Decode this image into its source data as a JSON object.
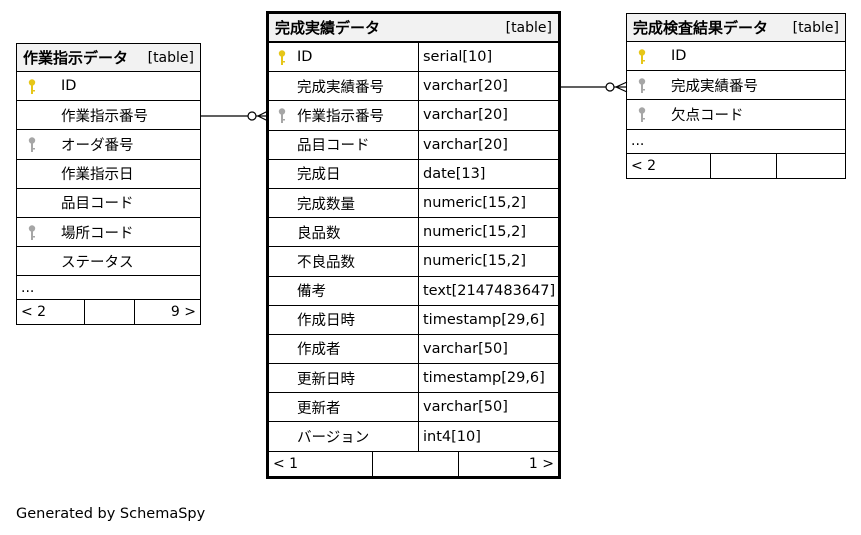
{
  "left_table": {
    "name": "作業指示データ",
    "kind": "[table]",
    "rows": [
      {
        "name": "ID",
        "key": "primary"
      },
      {
        "name": "作業指示番号",
        "key": "none"
      },
      {
        "name": "オーダ番号",
        "key": "foreign"
      },
      {
        "name": "作業指示日",
        "key": "none"
      },
      {
        "name": "品目コード",
        "key": "none"
      },
      {
        "name": "場所コード",
        "key": "foreign"
      },
      {
        "name": "ステータス",
        "key": "none"
      }
    ],
    "more": "...",
    "footer": {
      "left": "< 2",
      "right": "9 >"
    }
  },
  "main_table": {
    "name": "完成実績データ",
    "kind": "[table]",
    "rows": [
      {
        "name": "ID",
        "type": "serial[10]",
        "key": "primary"
      },
      {
        "name": "完成実績番号",
        "type": "varchar[20]",
        "key": "none"
      },
      {
        "name": "作業指示番号",
        "type": "varchar[20]",
        "key": "foreign"
      },
      {
        "name": "品目コード",
        "type": "varchar[20]",
        "key": "none"
      },
      {
        "name": "完成日",
        "type": "date[13]",
        "key": "none"
      },
      {
        "name": "完成数量",
        "type": "numeric[15,2]",
        "key": "none"
      },
      {
        "name": "良品数",
        "type": "numeric[15,2]",
        "key": "none"
      },
      {
        "name": "不良品数",
        "type": "numeric[15,2]",
        "key": "none"
      },
      {
        "name": "備考",
        "type": "text[2147483647]",
        "key": "none"
      },
      {
        "name": "作成日時",
        "type": "timestamp[29,6]",
        "key": "none"
      },
      {
        "name": "作成者",
        "type": "varchar[50]",
        "key": "none"
      },
      {
        "name": "更新日時",
        "type": "timestamp[29,6]",
        "key": "none"
      },
      {
        "name": "更新者",
        "type": "varchar[50]",
        "key": "none"
      },
      {
        "name": "バージョン",
        "type": "int4[10]",
        "key": "none"
      }
    ],
    "footer": {
      "left": "< 1",
      "right": "1 >"
    }
  },
  "right_table": {
    "name": "完成検査結果データ",
    "kind": "[table]",
    "rows": [
      {
        "name": "ID",
        "key": "primary"
      },
      {
        "name": "完成実績番号",
        "key": "foreign"
      },
      {
        "name": "欠点コード",
        "key": "foreign"
      }
    ],
    "more": "...",
    "footer": {
      "left": "< 2",
      "right": ""
    }
  },
  "colors": {
    "primary_key": "#e6c619",
    "foreign_key": "#a6a6a6",
    "header_bg": "#f2f2f2"
  },
  "generated_by": "Generated by SchemaSpy"
}
